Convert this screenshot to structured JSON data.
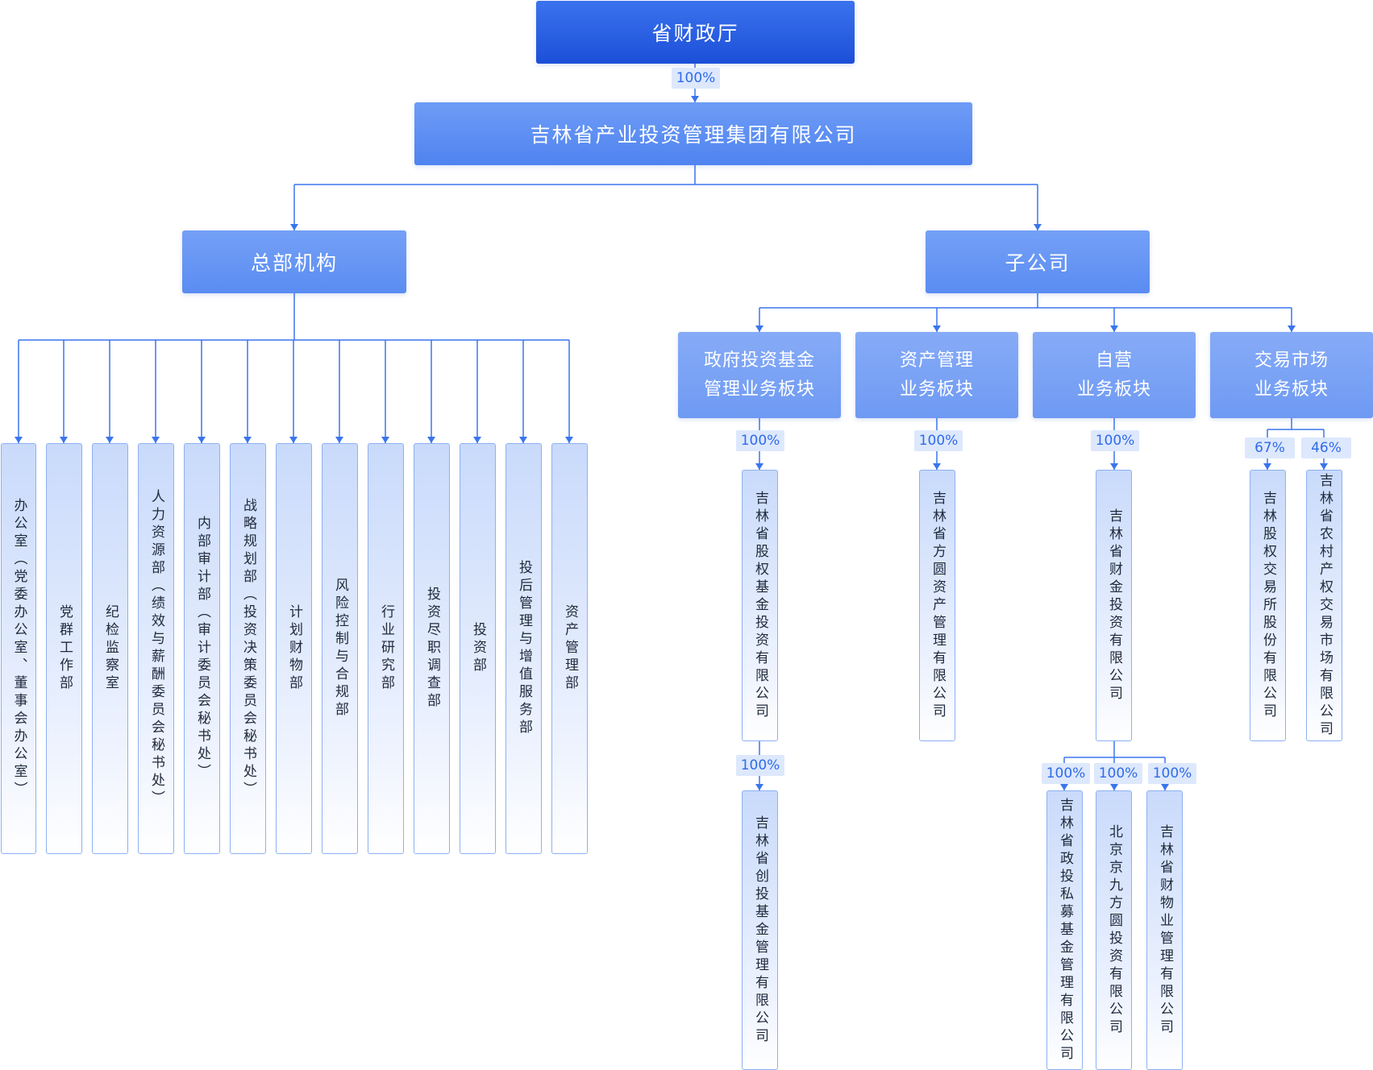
{
  "top": {
    "label": "省财政厅",
    "share": "100%"
  },
  "group": {
    "label": "吉林省产业投资管理集团有限公司"
  },
  "headquarters": {
    "label": "总部机构",
    "departments": [
      "办公室（党委办公室、董事会办公室）",
      "党群工作部",
      "纪检监察室",
      "人力资源部（绩效与薪酬委员会秘书处）",
      "内部审计部（审计委员会秘书处）",
      "战略规划部（投资决策委员会秘书处）",
      "计划财物部",
      "风险控制与合规部",
      "行业研究部",
      "投资尽职调查部",
      "投资部",
      "投后管理与增值服务部",
      "资产管理部"
    ]
  },
  "subsidiaries": {
    "label": "子公司",
    "segments": [
      {
        "line1": "政府投资基金",
        "line2": "管理业务板块",
        "share": "100%",
        "company": "吉林省股权基金投资有限公司",
        "child_share": "100%",
        "child": "吉林省创投基金管理有限公司"
      },
      {
        "line1": "资产管理",
        "line2": "业务板块",
        "share": "100%",
        "company": "吉林省方圆资产管理有限公司"
      },
      {
        "line1": "自营",
        "line2": "业务板块",
        "share": "100%",
        "company": "吉林省财金投资有限公司",
        "children": [
          {
            "share": "100%",
            "name": "吉林省政投私募基金管理有限公司"
          },
          {
            "share": "100%",
            "name": "北京京九方圆投资有限公司"
          },
          {
            "share": "100%",
            "name": "吉林省财物业管理有限公司"
          }
        ]
      },
      {
        "line1": "交易市场",
        "line2": "业务板块",
        "companies": [
          {
            "share": "67%",
            "name": "吉林股权交易所股份有限公司"
          },
          {
            "share": "46%",
            "name": "吉林省农村产权交易市场有限公司"
          }
        ]
      }
    ]
  },
  "colors": {
    "line": "#3a75ee",
    "top": "#1c4fd8",
    "accent": "#5a8cf2",
    "badge_bg": "#dde8fd",
    "badge_text": "#2f6bea"
  }
}
